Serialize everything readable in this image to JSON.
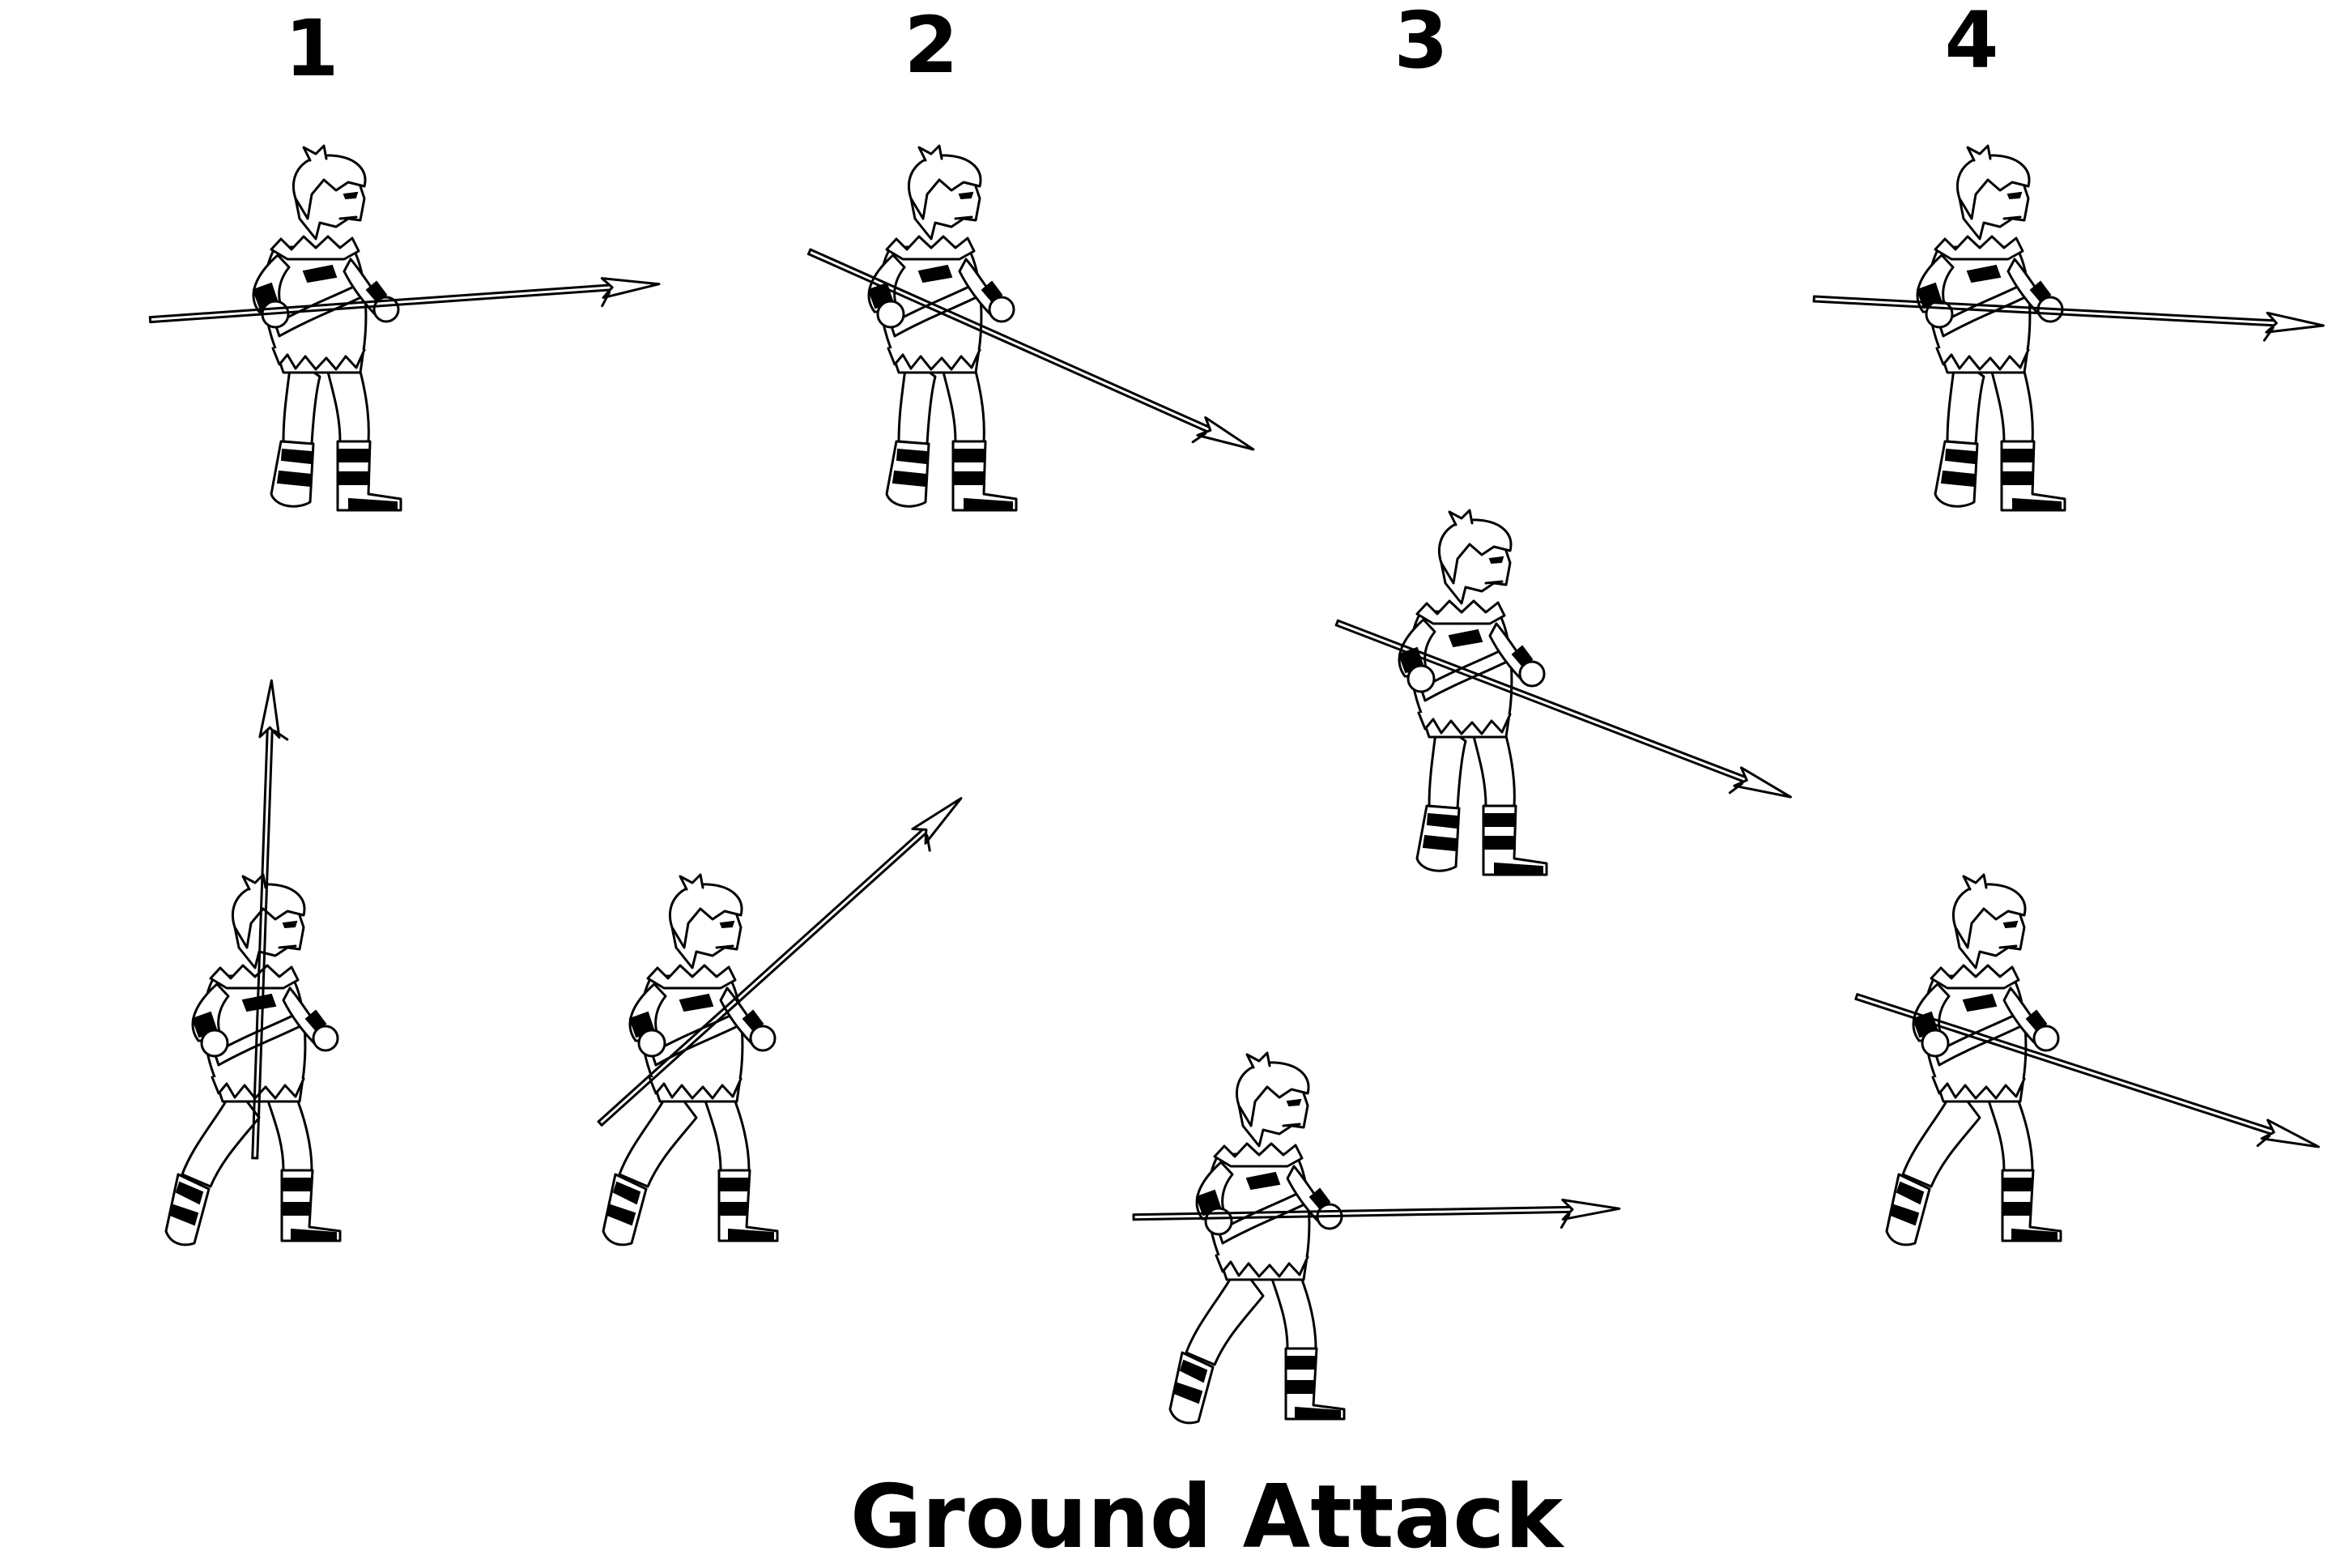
{
  "sheet": {
    "frame_numbers": [
      "1",
      "2",
      "3",
      "4"
    ],
    "caption": "Ground Attack"
  },
  "colors": {
    "background": "#ffffff",
    "ink": "#000000"
  },
  "frames": [
    {
      "frame": "1",
      "row": "top",
      "pose": "spear-level",
      "spear_angle_deg": -4,
      "flip": false
    },
    {
      "frame": "2",
      "row": "top",
      "pose": "spear-down",
      "spear_angle_deg": 24,
      "flip": false
    },
    {
      "frame": "3",
      "row": "middle",
      "pose": "spear-down",
      "spear_angle_deg": 21,
      "flip": false
    },
    {
      "frame": "4",
      "row": "top",
      "pose": "spear-level",
      "spear_angle_deg": 3,
      "flip": false
    },
    {
      "frame": "1",
      "row": "bottom",
      "pose": "spear-up",
      "spear_angle_deg": -88,
      "flip": false
    },
    {
      "frame": "2",
      "row": "bottom",
      "pose": "lunge",
      "spear_angle_deg": -42,
      "flip": false
    },
    {
      "frame": "3",
      "row": "bottom",
      "pose": "lunge",
      "spear_angle_deg": -1,
      "flip": false
    },
    {
      "frame": "4",
      "row": "bottom",
      "pose": "lunge",
      "spear_angle_deg": 18,
      "flip": false
    }
  ]
}
